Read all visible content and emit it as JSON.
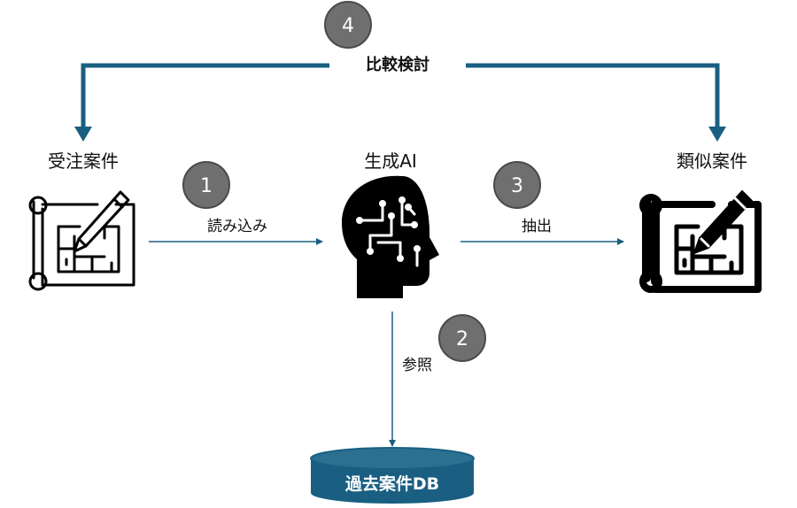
{
  "nodes": {
    "order": {
      "label": "受注案件"
    },
    "ai": {
      "label": "生成AI"
    },
    "similar": {
      "label": "類似案件"
    },
    "db": {
      "label": "過去案件DB"
    }
  },
  "steps": [
    {
      "number": "1",
      "label": "読み込み"
    },
    {
      "number": "2",
      "label": "参照"
    },
    {
      "number": "3",
      "label": "抽出"
    },
    {
      "number": "4",
      "label": "比較検討"
    }
  ],
  "colors": {
    "primary": "#1a5f82",
    "db_fill": "#1a5f82",
    "db_top": "#2b6f91",
    "badge": "#6f6f6f",
    "badge_stroke": "#4a4a4a",
    "icon": "#000000"
  },
  "icons": {
    "order": "blueprint-pencil-outline",
    "ai": "ai-head-circuit",
    "similar": "blueprint-pencil-filled"
  }
}
